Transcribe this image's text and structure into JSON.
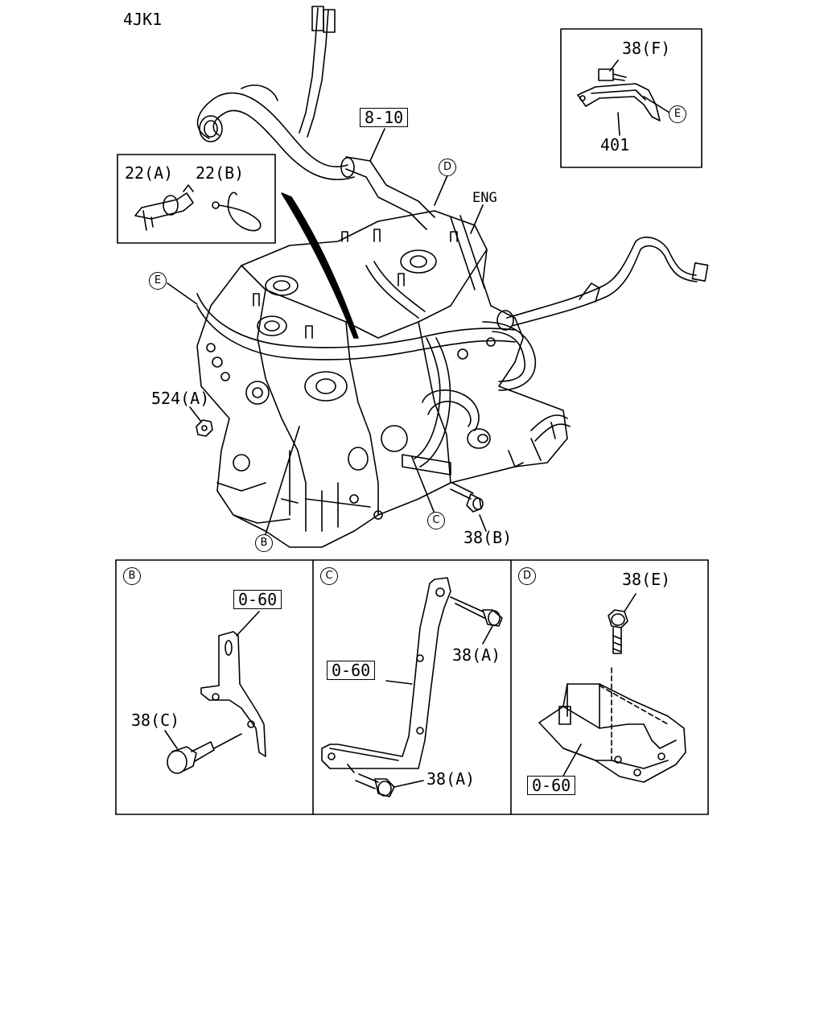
{
  "model": "4JK1",
  "engine_label": "ENG",
  "refs": {
    "r8_10": "8-10",
    "r22a": "22(A)",
    "r22b": "22(B)",
    "r38f": "38(F)",
    "r401": "401",
    "r524a": "524(A)",
    "r38b": "38(B)",
    "r38c": "38(C)",
    "r38a_1": "38(A)",
    "r38a_2": "38(A)",
    "r38e": "38(E)",
    "r0_60_b": "0-60",
    "r0_60_c": "0-60",
    "r0_60_d": "0-60"
  },
  "callouts": {
    "b": "B",
    "c": "C",
    "d": "D",
    "e": "E"
  },
  "panels": {
    "b": "B",
    "c": "C",
    "d": "D"
  }
}
